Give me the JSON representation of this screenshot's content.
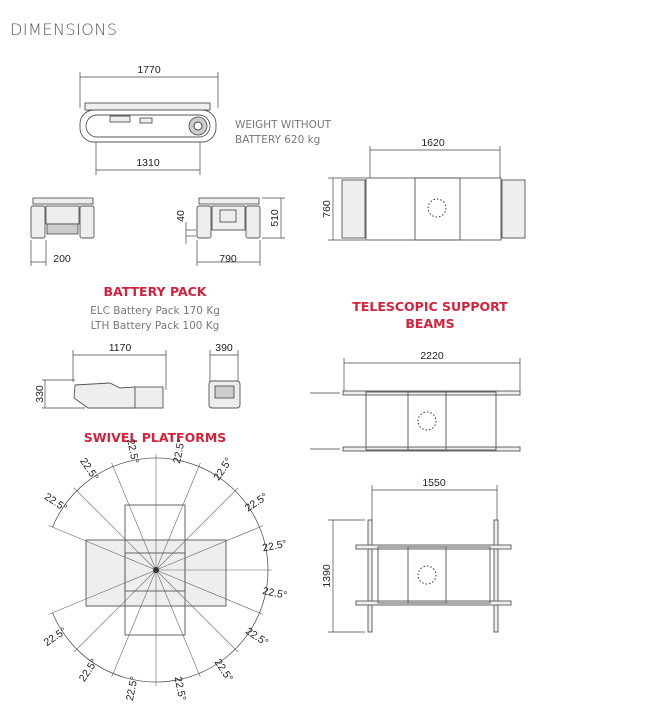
{
  "page_title": "DIMENSIONS",
  "undercarriage": {
    "length_total": "1770",
    "length_track": "1310",
    "weight_line1": "WEIGHT WITHOUT",
    "weight_line2": "BATTERY 620 kg",
    "front_offset": "200",
    "ground_clearance": "40",
    "height": "510",
    "width": "790",
    "top_length": "1620",
    "top_width": "760"
  },
  "battery": {
    "heading": "BATTERY PACK",
    "line1": "ELC Battery Pack 170 Kg",
    "line2": "LTH Battery Pack 100 Kg",
    "length": "1170",
    "height": "330",
    "width": "390"
  },
  "swivel": {
    "heading": "SWIVEL PLATFORMS",
    "angle_label": "22.5°"
  },
  "telescopic": {
    "heading_line1": "TELESCOPIC SUPPORT",
    "heading_line2": "BEAMS",
    "extended_length": "2220",
    "base_length": "1550",
    "base_width": "1390"
  },
  "colors": {
    "accent": "#d7213a",
    "text": "#777777"
  }
}
